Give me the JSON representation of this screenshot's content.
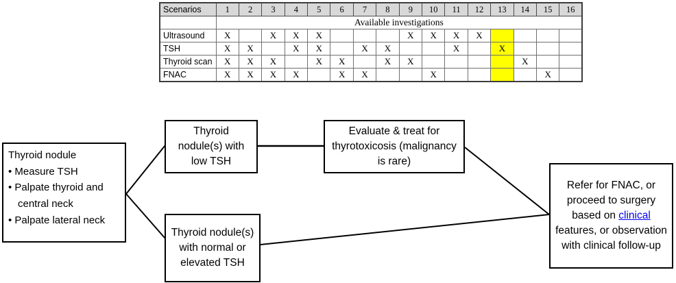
{
  "table": {
    "corner_label": "Scenarios",
    "columns": [
      "1",
      "2",
      "3",
      "4",
      "5",
      "6",
      "7",
      "8",
      "9",
      "10",
      "11",
      "12",
      "13",
      "14",
      "15",
      "16"
    ],
    "subheader": "Available investigations",
    "mark_char": "X",
    "highlighted_column": 13,
    "rows": [
      {
        "label": "Ultrasound",
        "marks": [
          "X",
          "",
          "X",
          "X",
          "X",
          "",
          "",
          "",
          "X",
          "X",
          "X",
          "X",
          "",
          "",
          "",
          ""
        ]
      },
      {
        "label": "TSH",
        "marks": [
          "X",
          "X",
          "",
          "X",
          "X",
          "",
          "X",
          "X",
          "",
          "",
          "X",
          "",
          "X",
          "",
          "",
          ""
        ]
      },
      {
        "label": "Thyroid scan",
        "marks": [
          "X",
          "X",
          "X",
          "",
          "X",
          "X",
          "",
          "X",
          "X",
          "",
          "",
          "",
          "",
          "X",
          "",
          ""
        ]
      },
      {
        "label": "FNAC",
        "marks": [
          "X",
          "X",
          "X",
          "X",
          "",
          "X",
          "X",
          "",
          "",
          "X",
          "",
          "",
          "",
          "",
          "X",
          ""
        ]
      }
    ],
    "colors": {
      "header_bg": "#d8d8d8",
      "highlight_bg": "#ffff00"
    }
  },
  "flowchart": {
    "left_box": {
      "title": "Thyroid nodule",
      "bullet_char": "•",
      "bullets": [
        "Measure TSH",
        "Palpate thyroid and central neck",
        "Palpate lateral neck"
      ]
    },
    "low_tsh_box": "Thyroid nodule(s) with low TSH",
    "evaluate_box": "Evaluate & treat for thyrotoxicosis (malignancy is rare)",
    "normal_tsh_box": "Thyroid nodule(s) with normal or elevated TSH",
    "refer_box": {
      "pre": "Refer for FNAC, or proceed to surgery based on ",
      "link": "clinical",
      "post": " features, or observation with clinical follow-up"
    },
    "link_color": "#0000ee"
  }
}
